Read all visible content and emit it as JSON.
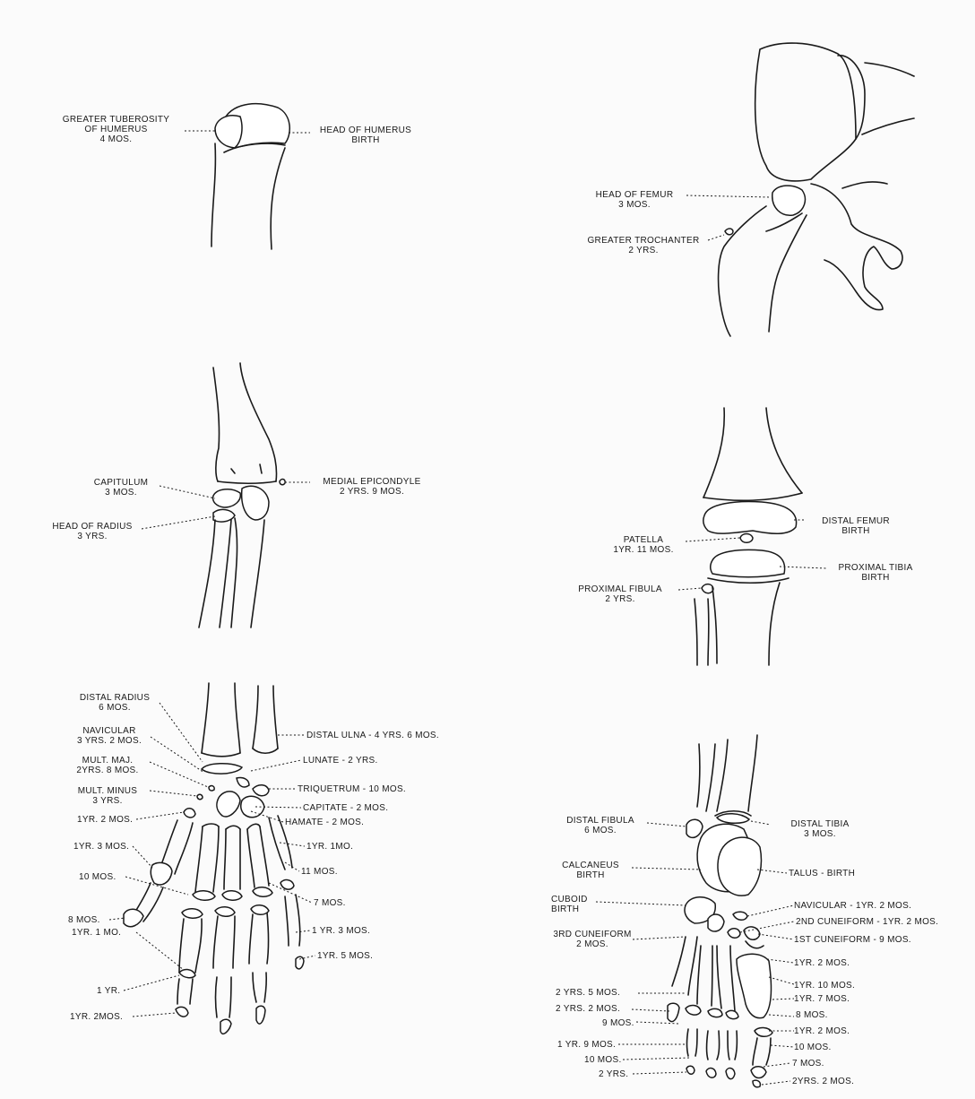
{
  "labels": {
    "greater_tuberosity": "GREATER TUBEROSITY\nOF HUMERUS\n4 MOS.",
    "head_humerus": "HEAD OF HUMERUS\nBIRTH",
    "head_femur": "HEAD OF FEMUR\n3 MOS.",
    "greater_trochanter": "GREATER TROCHANTER\n2 YRS.",
    "capitulum": "CAPITULUM\n3 MOS.",
    "head_radius": "HEAD OF RADIUS\n3 YRS.",
    "medial_epicondyle": "MEDIAL EPICONDYLE\n2 YRS. 9 MOS.",
    "distal_femur": "DISTAL FEMUR\nBIRTH",
    "patella": "PATELLA\n1YR. 11 MOS.",
    "proximal_tibia": "PROXIMAL TIBIA\nBIRTH",
    "proximal_fibula": "PROXIMAL FIBULA\n2 YRS.",
    "distal_radius": "DISTAL RADIUS\n6 MOS.",
    "navicular_hand": "NAVICULAR\n3 YRS. 2 MOS.",
    "mult_maj": "MULT. MAJ.\n2YRS. 8 MOS.",
    "mult_minus": "MULT. MINUS\n3 YRS.",
    "h_1yr2mos": "1YR. 2 MOS.",
    "h_1yr3mos": "1YR. 3 MOS.",
    "h_10mos": "10 MOS.",
    "h_8mos": "8 MOS.",
    "h_1yr1mo": "1YR. 1 MO.",
    "h_1yr": "1 YR.",
    "h_1yr2mos_b": "1YR. 2MOS.",
    "distal_ulna": "DISTAL ULNA - 4 YRS. 6 MOS.",
    "lunate": "LUNATE - 2 YRS.",
    "triquetrum": "TRIQUETRUM - 10 MOS.",
    "capitate": "CAPITATE - 2 MOS.",
    "hamate": "HAMATE - 2 MOS.",
    "hr_1yr1mo": "1YR. 1MO.",
    "hr_11mos": "11 MOS.",
    "hr_7mos": "7 MOS.",
    "hr_1yr3mos": "1 YR. 3 MOS.",
    "hr_1yr5mos": "1YR. 5 MOS.",
    "distal_fibula": "DISTAL FIBULA\n6 MOS.",
    "calcaneus": "CALCANEUS\nBIRTH",
    "cuboid": "CUBOID\nBIRTH",
    "cuneiform3": "3RD CUNEIFORM\n2 MOS.",
    "f_2yrs5mos": "2 YRS. 5 MOS.",
    "f_2yrs2mos": "2 YRS. 2 MOS.",
    "f_9mos": "9 MOS.",
    "f_1yr9mos": "1 YR. 9 MOS.",
    "f_10mos": "10 MOS.",
    "f_2yrs": "2 YRS.",
    "distal_tibia": "DISTAL TIBIA\n3 MOS.",
    "talus": "TALUS - BIRTH",
    "navicular_foot": "NAVICULAR - 1YR. 2 MOS.",
    "cuneiform2": "2ND CUNEIFORM - 1YR. 2 MOS.",
    "cuneiform1": "1ST CUNEIFORM - 9 MOS.",
    "fr_1yr2mos": "1YR. 2 MOS.",
    "fr_1yr10mos": "1YR. 10 MOS.",
    "fr_1yr7mos": "1YR. 7 MOS.",
    "fr_8mos": "8 MOS.",
    "fr_1yr2mos_b": "1YR. 2 MOS.",
    "fr_10mos": "10 MOS.",
    "fr_7mos": "7 MOS.",
    "fr_2yrs2mos": "2YRS. 2 MOS."
  }
}
